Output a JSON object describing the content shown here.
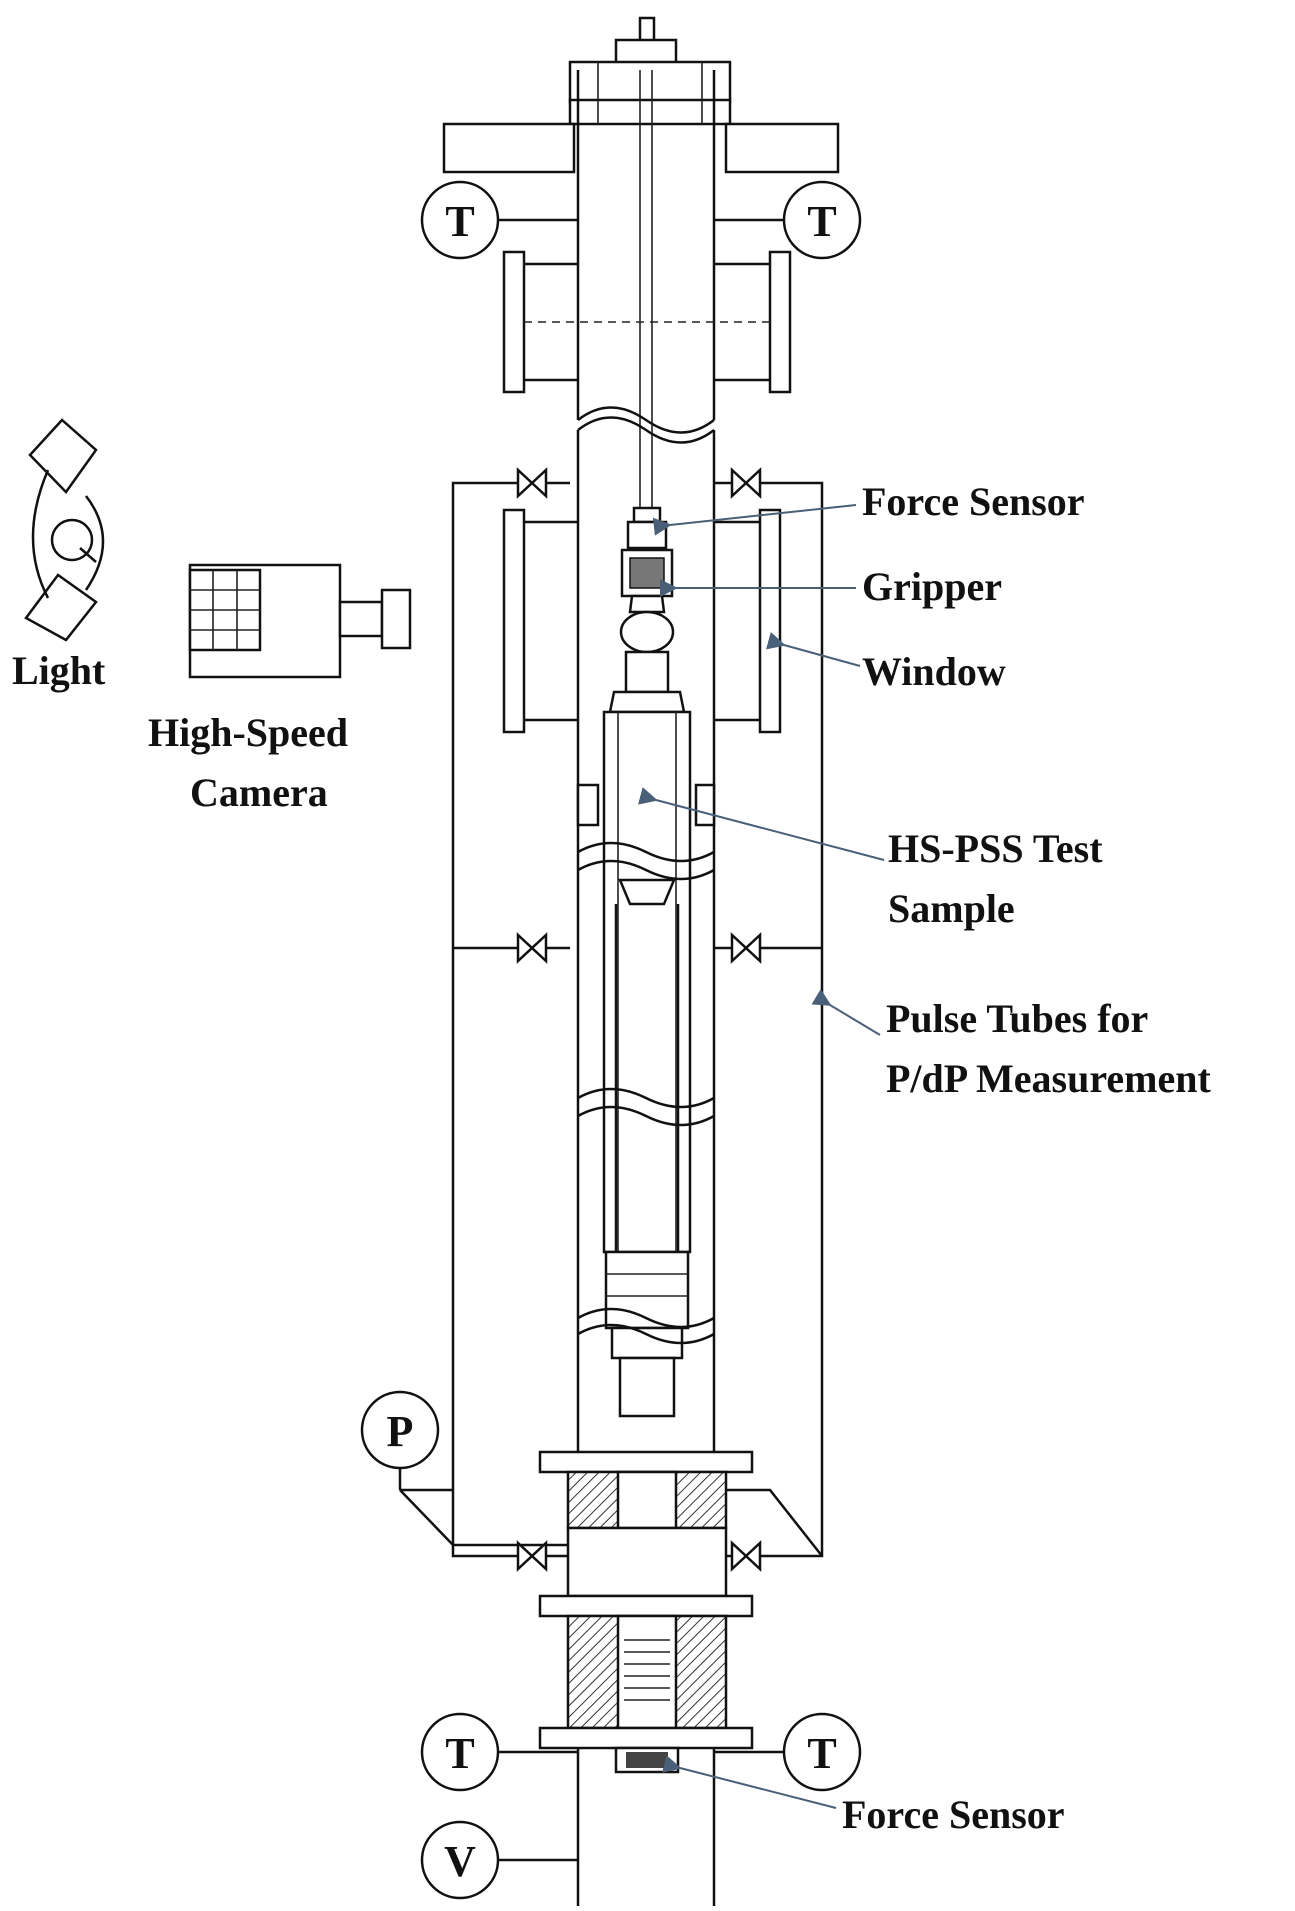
{
  "gauges": {
    "temperature_symbol": "T",
    "pressure_symbol": "P",
    "valve_symbol": "V"
  },
  "labels": {
    "force_sensor_top": "Force Sensor",
    "gripper": "Gripper",
    "window": "Window",
    "light": "Light",
    "camera_line1": "High-Speed",
    "camera_line2": "Camera",
    "sample_line1": "HS-PSS Test",
    "sample_line2": "Sample",
    "pulse_line1": "Pulse Tubes  for",
    "pulse_line2": "P/dP Measurement",
    "force_sensor_bottom": "Force Sensor"
  },
  "colors": {
    "line": "#111111",
    "arrow": "#4a5f78"
  }
}
